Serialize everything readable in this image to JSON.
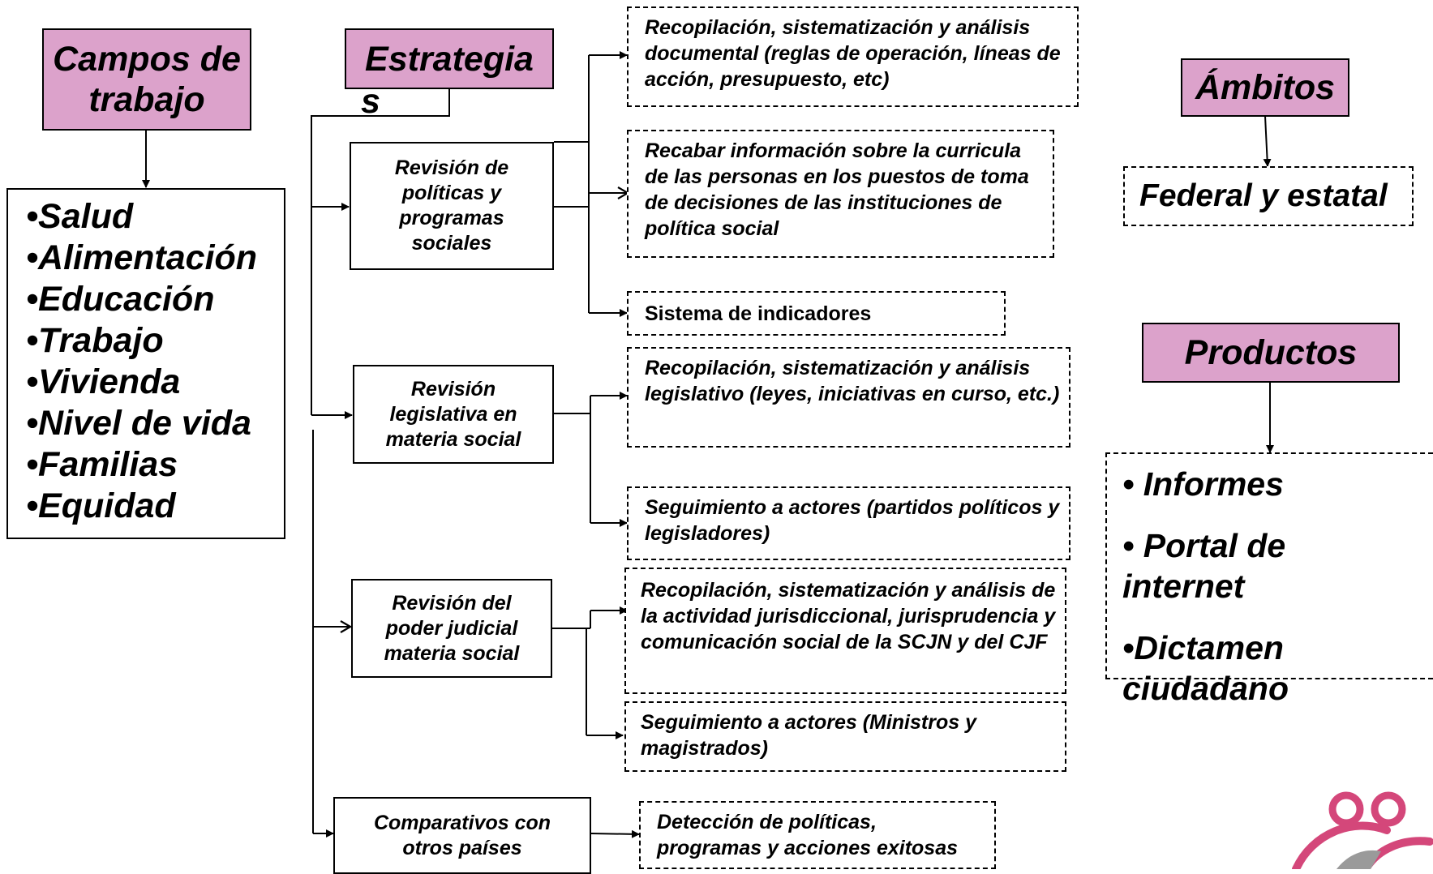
{
  "campos": {
    "title": "Campos de trabajo",
    "items": [
      "•Salud",
      "•Alimentación",
      "•Educación",
      "•Trabajo",
      "•Vivienda",
      "•Nivel de vida",
      "•Familias",
      "•Equidad"
    ]
  },
  "estrategias": {
    "title_main": "Estrategia",
    "title_wrap": "s",
    "groups": [
      {
        "label": "Revisión de políticas y programas sociales",
        "details": [
          "Recopilación, sistematización y análisis documental (reglas de operación, líneas de acción, presupuesto, etc)",
          "Recabar información sobre la curricula de las personas en los puestos de toma de decisiones de las instituciones de política social",
          "Sistema de indicadores"
        ]
      },
      {
        "label": "Revisión legislativa en materia social",
        "details": [
          "Recopilación, sistematización y análisis legislativo (leyes, iniciativas en curso, etc.)",
          "Seguimiento a actores (partidos políticos y legisladores)"
        ]
      },
      {
        "label": "Revisión del poder judicial materia social",
        "details": [
          "Recopilación, sistematización y análisis de la actividad jurisdiccional, jurisprudencia y comunicación social de la SCJN y del CJF",
          "Seguimiento a actores (Ministros y magistrados)"
        ]
      },
      {
        "label": "Comparativos con otros países",
        "details": [
          "Detección de políticas, programas y acciones exitosas"
        ]
      }
    ]
  },
  "ambitos": {
    "title": "Ámbitos",
    "value": "Federal y estatal"
  },
  "productos": {
    "title": "Productos",
    "items": [
      "• Informes",
      "• Portal de internet",
      "•Dictamen ciudadano"
    ]
  },
  "colors": {
    "header_fill": "#dca2cb",
    "logo_pink": "#d4477a",
    "logo_gray": "#9a9a9a"
  }
}
